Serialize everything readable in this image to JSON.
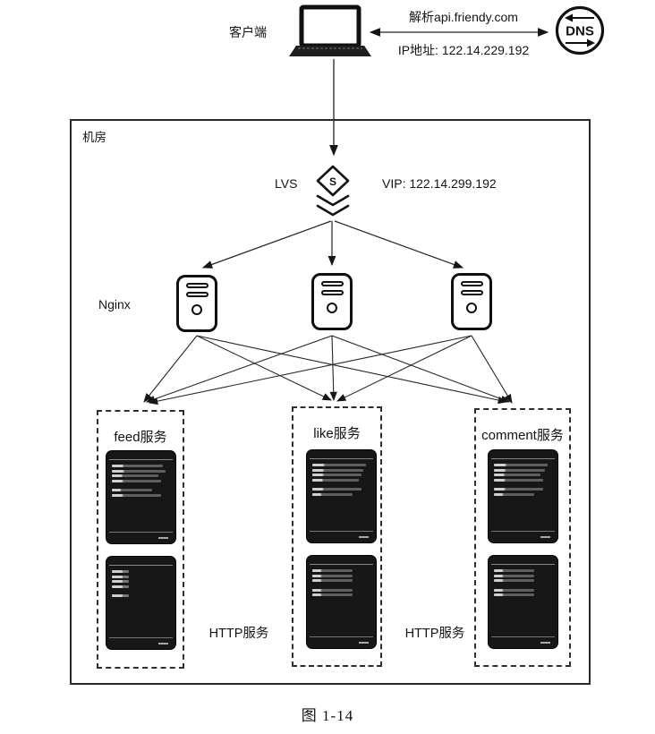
{
  "client": {
    "label": "客户端"
  },
  "dns": {
    "resolve_text": "解析api.friendy.com",
    "ip_text": "IP地址: 122.14.229.192",
    "icon_label": "DNS"
  },
  "datacenter": {
    "label": "机房"
  },
  "lvs": {
    "label": "LVS",
    "vip_text": "VIP: 122.14.299.192",
    "icon_letter": "S"
  },
  "nginx": {
    "label": "Nginx"
  },
  "services": [
    {
      "label": "feed服务"
    },
    {
      "label": "like服务"
    },
    {
      "label": "comment服务"
    }
  ],
  "http_labels": {
    "left": "HTTP服务",
    "right": "HTTP服务"
  },
  "caption": "图 1-14",
  "colors": {
    "ink": "#1a1a1a",
    "terminal_bg": "#171717",
    "paper": "#ffffff"
  }
}
